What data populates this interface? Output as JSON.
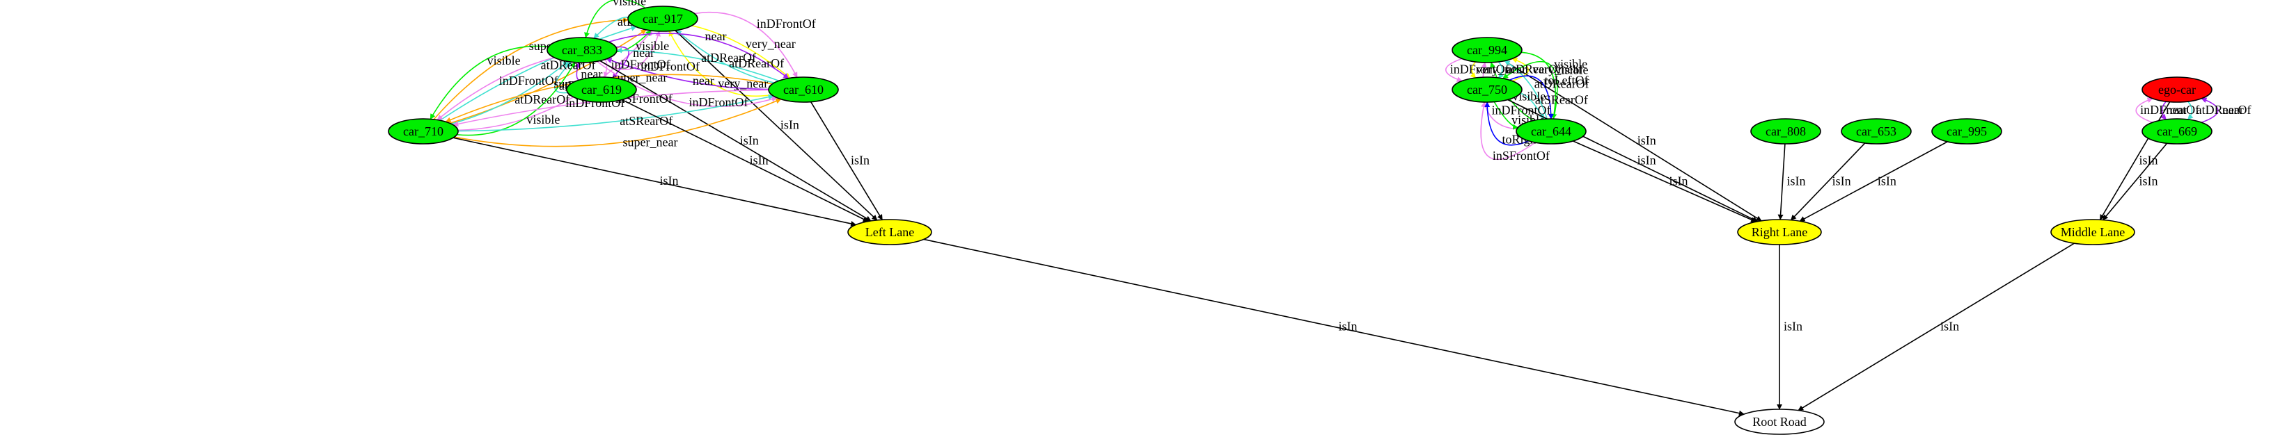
{
  "colors": {
    "vehicle": "#00ee00",
    "ego": "#ff0000",
    "lane": "#ffff00",
    "road": "#ffffff",
    "isIn": "#000000",
    "super_near": "#ffa500",
    "very_near": "#ffff00",
    "near": "#a020f0",
    "visible": "#00ee00",
    "atDRearOf": "#40e0d0",
    "inDFrontOf": "#ee82ee",
    "atSRearOf": "#40e0d0",
    "inSFrontOf": "#ee82ee",
    "toRightOf": "#0000ff",
    "toLeftOf": "#0000ff"
  },
  "nodes": [
    {
      "id": "car_917",
      "label": "car_917",
      "kind": "vehicle"
    },
    {
      "id": "car_833",
      "label": "car_833",
      "kind": "vehicle"
    },
    {
      "id": "car_619",
      "label": "car_619",
      "kind": "vehicle"
    },
    {
      "id": "car_610",
      "label": "car_610",
      "kind": "vehicle"
    },
    {
      "id": "car_710",
      "label": "car_710",
      "kind": "vehicle"
    },
    {
      "id": "car_994",
      "label": "car_994",
      "kind": "vehicle"
    },
    {
      "id": "car_750",
      "label": "car_750",
      "kind": "vehicle"
    },
    {
      "id": "car_644",
      "label": "car_644",
      "kind": "vehicle"
    },
    {
      "id": "car_808",
      "label": "car_808",
      "kind": "vehicle"
    },
    {
      "id": "car_653",
      "label": "car_653",
      "kind": "vehicle"
    },
    {
      "id": "car_995",
      "label": "car_995",
      "kind": "vehicle"
    },
    {
      "id": "ego_car",
      "label": "ego-car",
      "kind": "ego"
    },
    {
      "id": "car_669",
      "label": "car_669",
      "kind": "vehicle"
    },
    {
      "id": "left_lane",
      "label": "Left Lane",
      "kind": "lane"
    },
    {
      "id": "right_lane",
      "label": "Right Lane",
      "kind": "lane"
    },
    {
      "id": "middle_lane",
      "label": "Middle Lane",
      "kind": "lane"
    },
    {
      "id": "root_road",
      "label": "Root Road",
      "kind": "road"
    }
  ],
  "edges": [
    {
      "from": "car_710",
      "to": "car_917",
      "label": "super_near",
      "rel": "super_near"
    },
    {
      "from": "car_710",
      "to": "car_917",
      "label": "atDRearOf",
      "rel": "atDRearOf"
    },
    {
      "from": "car_710",
      "to": "car_917",
      "label": "super_near",
      "rel": "super_near"
    },
    {
      "from": "car_710",
      "to": "car_917",
      "label": "inDFrontOf",
      "rel": "inDFrontOf"
    },
    {
      "from": "car_917",
      "to": "car_833",
      "label": "visible",
      "rel": "visible"
    },
    {
      "from": "car_917",
      "to": "car_833",
      "label": "atDRearOf",
      "rel": "atDRearOf"
    },
    {
      "from": "car_833",
      "to": "car_917",
      "label": "visible",
      "rel": "visible"
    },
    {
      "from": "car_833",
      "to": "car_917",
      "label": "inDFrontOf",
      "rel": "inDFrontOf"
    },
    {
      "from": "car_610",
      "to": "car_917",
      "label": "very_near",
      "rel": "very_near"
    },
    {
      "from": "car_610",
      "to": "car_917",
      "label": "atDRearOf",
      "rel": "atDRearOf"
    },
    {
      "from": "car_917",
      "to": "car_610",
      "label": "very_near",
      "rel": "very_near"
    },
    {
      "from": "car_917",
      "to": "car_610",
      "label": "inDFrontOf",
      "rel": "inDFrontOf"
    },
    {
      "from": "car_917",
      "to": "left_lane",
      "label": "isIn",
      "rel": "isIn"
    },
    {
      "from": "car_833",
      "to": "car_710",
      "label": "visible",
      "rel": "visible"
    },
    {
      "from": "car_833",
      "to": "car_710",
      "label": "inDFrontOf",
      "rel": "inDFrontOf"
    },
    {
      "from": "car_710",
      "to": "car_833",
      "label": "atDRearOf",
      "rel": "atDRearOf"
    },
    {
      "from": "car_619",
      "to": "car_833",
      "label": "atDRearOf",
      "rel": "atDRearOf"
    },
    {
      "from": "car_710",
      "to": "car_833",
      "label": "visible",
      "rel": "visible"
    },
    {
      "from": "car_619",
      "to": "car_833",
      "label": "near",
      "rel": "near"
    },
    {
      "from": "car_833",
      "to": "car_619",
      "label": "inDFrontOf",
      "rel": "inDFrontOf"
    },
    {
      "from": "car_833",
      "to": "car_619",
      "label": "near",
      "rel": "near"
    },
    {
      "from": "car_833",
      "to": "car_610",
      "label": "inDFrontOf",
      "rel": "inDFrontOf"
    },
    {
      "from": "car_610",
      "to": "car_833",
      "label": "near",
      "rel": "near"
    },
    {
      "from": "car_610",
      "to": "car_833",
      "label": "atDRearOf",
      "rel": "atDRearOf"
    },
    {
      "from": "car_833",
      "to": "car_610",
      "label": "near",
      "rel": "near"
    },
    {
      "from": "car_833",
      "to": "left_lane",
      "label": "isIn",
      "rel": "isIn"
    },
    {
      "from": "car_710",
      "to": "car_610",
      "label": "super_near",
      "rel": "super_near"
    },
    {
      "from": "car_710",
      "to": "car_610",
      "label": "atSRearOf",
      "rel": "atSRearOf"
    },
    {
      "from": "car_610",
      "to": "car_710",
      "label": "inSFrontOf",
      "rel": "inSFrontOf"
    },
    {
      "from": "car_610",
      "to": "car_710",
      "label": "super_near",
      "rel": "super_near"
    },
    {
      "from": "car_619",
      "to": "left_lane",
      "label": "isIn",
      "rel": "isIn"
    },
    {
      "from": "car_610",
      "to": "left_lane",
      "label": "isIn",
      "rel": "isIn"
    },
    {
      "from": "car_710",
      "to": "left_lane",
      "label": "isIn",
      "rel": "isIn"
    },
    {
      "from": "car_994",
      "to": "right_lane",
      "label": "isIn",
      "rel": "isIn"
    },
    {
      "from": "car_994",
      "to": "car_750",
      "label": "inDFrontOf",
      "rel": "inDFrontOf"
    },
    {
      "from": "car_994",
      "to": "car_750",
      "label": "very_near",
      "rel": "very_near"
    },
    {
      "from": "car_994",
      "to": "car_750",
      "label": "atDRearOf",
      "rel": "atDRearOf"
    },
    {
      "from": "car_750",
      "to": "car_994",
      "label": "very_near",
      "rel": "very_near"
    },
    {
      "from": "car_644",
      "to": "car_994",
      "label": "inDFrontOf",
      "rel": "inDFrontOf"
    },
    {
      "from": "car_644",
      "to": "car_994",
      "label": "visible",
      "rel": "visible"
    },
    {
      "from": "car_644",
      "to": "car_994",
      "label": "atDRearOf",
      "rel": "atDRearOf"
    },
    {
      "from": "car_994",
      "to": "car_644",
      "label": "visible",
      "rel": "visible"
    },
    {
      "from": "car_644",
      "to": "car_750",
      "label": "inSFrontOf",
      "rel": "inSFrontOf"
    },
    {
      "from": "car_644",
      "to": "car_750",
      "label": "toRightOf",
      "rel": "toRightOf"
    },
    {
      "from": "car_750",
      "to": "car_644",
      "label": "visible",
      "rel": "visible"
    },
    {
      "from": "car_750",
      "to": "car_644",
      "label": "atSRearOf",
      "rel": "atSRearOf"
    },
    {
      "from": "car_750",
      "to": "car_644",
      "label": "toLeftOf",
      "rel": "toLeftOf"
    },
    {
      "from": "car_644",
      "to": "car_750",
      "label": "visible",
      "rel": "visible"
    },
    {
      "from": "car_750",
      "to": "right_lane",
      "label": "isIn",
      "rel": "isIn"
    },
    {
      "from": "car_644",
      "to": "right_lane",
      "label": "isIn",
      "rel": "isIn"
    },
    {
      "from": "car_808",
      "to": "right_lane",
      "label": "isIn",
      "rel": "isIn"
    },
    {
      "from": "car_653",
      "to": "right_lane",
      "label": "isIn",
      "rel": "isIn"
    },
    {
      "from": "car_995",
      "to": "right_lane",
      "label": "isIn",
      "rel": "isIn"
    },
    {
      "from": "ego_car",
      "to": "middle_lane",
      "label": "isIn",
      "rel": "isIn"
    },
    {
      "from": "car_669",
      "to": "ego_car",
      "label": "inDFrontOf",
      "rel": "inDFrontOf"
    },
    {
      "from": "ego_car",
      "to": "car_669",
      "label": "near",
      "rel": "near"
    },
    {
      "from": "ego_car",
      "to": "car_669",
      "label": "atDRearOf",
      "rel": "atDRearOf"
    },
    {
      "from": "car_669",
      "to": "ego_car",
      "label": "near",
      "rel": "near"
    },
    {
      "from": "car_669",
      "to": "middle_lane",
      "label": "isIn",
      "rel": "isIn"
    },
    {
      "from": "left_lane",
      "to": "root_road",
      "label": "isIn",
      "rel": "isIn"
    },
    {
      "from": "right_lane",
      "to": "root_road",
      "label": "isIn",
      "rel": "isIn"
    },
    {
      "from": "middle_lane",
      "to": "root_road",
      "label": "isIn",
      "rel": "isIn"
    }
  ]
}
